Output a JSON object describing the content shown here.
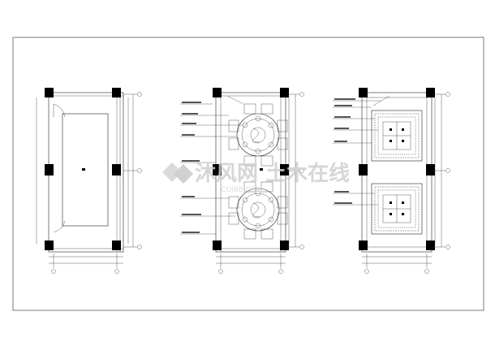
{
  "drawing": {
    "watermark_title": "沐风网 土木在线",
    "watermark_url": "COI88.COM",
    "plan_left": {
      "name": "plan-floor-layout"
    },
    "plan_middle": {
      "name": "plan-furniture-layout"
    },
    "plan_right": {
      "name": "plan-ceiling-layout"
    }
  }
}
